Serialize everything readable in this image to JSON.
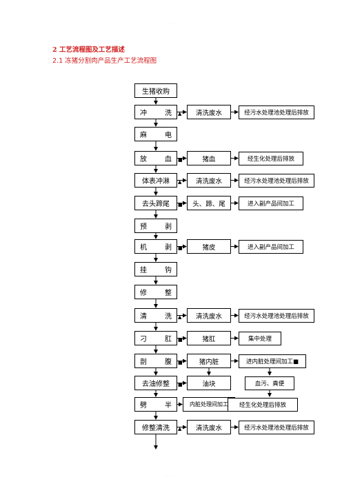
{
  "headings": {
    "section": "2 工艺流程图及工艺描述",
    "subsection": "2.1 冻猪分割肉产品生产工艺流程图"
  },
  "steps": [
    {
      "label": "生猪收购",
      "marker": ""
    },
    {
      "label": "冲  洗",
      "marker": "▲",
      "output": "清洗废水",
      "disposal": "经污水处理池处理后排放"
    },
    {
      "label": "麻  电",
      "marker": ""
    },
    {
      "label": "放  血",
      "marker": "■",
      "output": "猪血",
      "disposal": "经生化处理后排放"
    },
    {
      "label": "体表冲淋",
      "marker": "▲",
      "output": "清洗废水",
      "disposal": "经污水处理池处理后排放"
    },
    {
      "label": "去头蹄尾",
      "marker": "■",
      "output": "头、蹄、尾",
      "disposal": "进入副产品间加工"
    },
    {
      "label": "预  剥",
      "marker": ""
    },
    {
      "label": "机  剥",
      "marker": "■",
      "output": "猪皮",
      "disposal": "进入副产品间加工"
    },
    {
      "label": "挂  钩",
      "marker": ""
    },
    {
      "label": "修  整",
      "marker": ""
    },
    {
      "label": "清  洗",
      "marker": "▲",
      "output": "清洗废水",
      "disposal": "经污水处理池处理后排放"
    },
    {
      "label": "刁  肛",
      "marker": "■",
      "output": "猪肛",
      "disposal": "集中处理"
    },
    {
      "label": "剖  腹",
      "marker": "■",
      "output": "猪内脏",
      "disposal": "进内脏处理间加工■"
    },
    {
      "label": "去油修整",
      "marker": "■",
      "output": "油块",
      "disposal": "血污、粪便"
    },
    {
      "label": "劈  半",
      "marker": "",
      "output": "内脏处理间加工",
      "disposal": "经生化处理后排放"
    },
    {
      "label": "修整清洗",
      "marker": "▲",
      "output": "清洗废水",
      "disposal": "经污水处理池处理后排放"
    }
  ]
}
